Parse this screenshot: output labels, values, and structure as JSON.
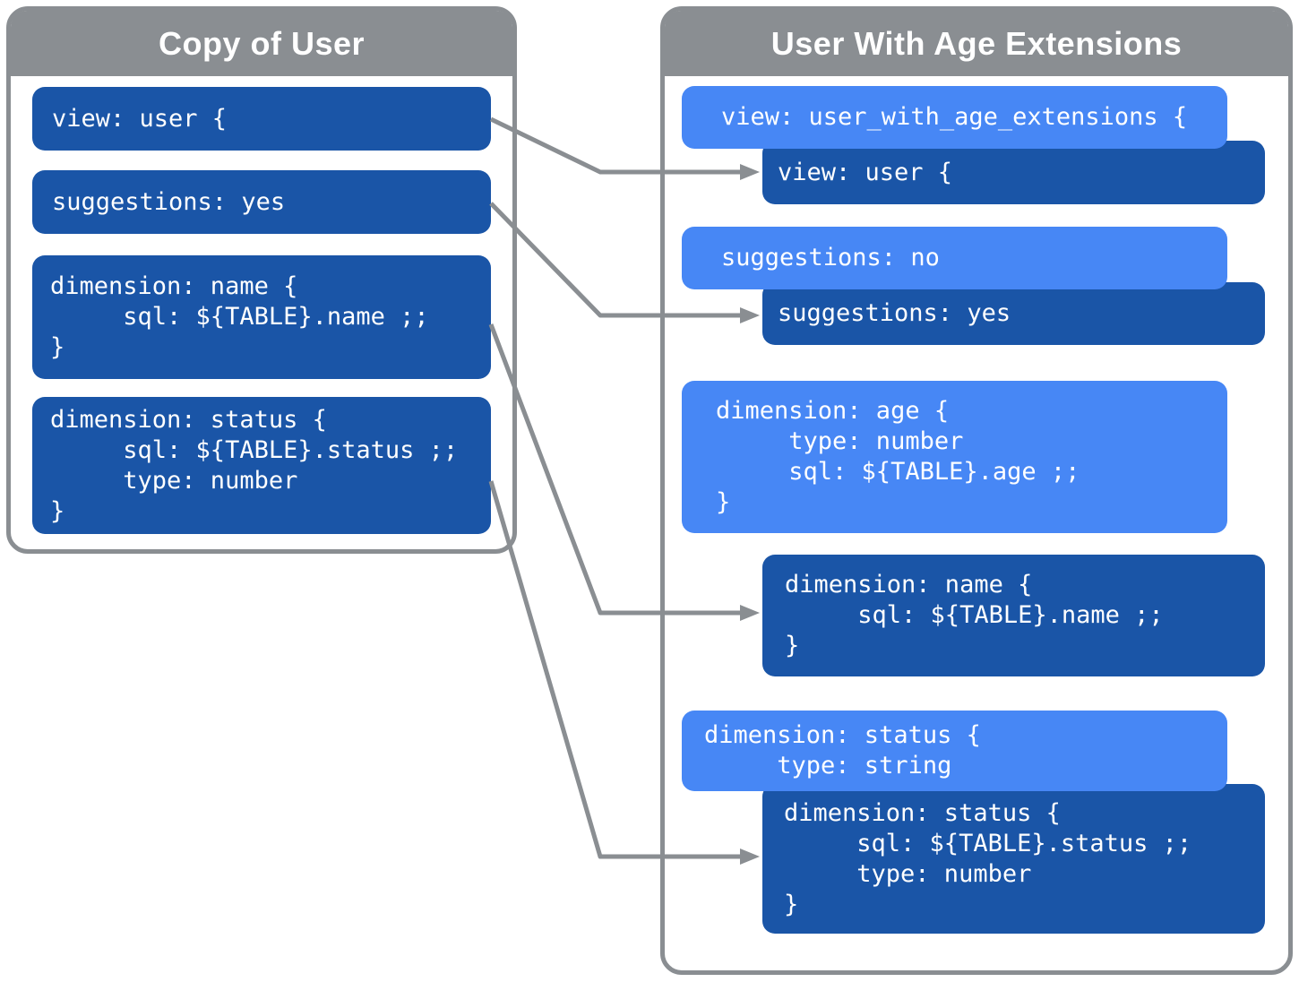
{
  "palette": {
    "dark_blue": "#1a55a7",
    "light_blue": "#4787f5",
    "gray": "#8a8e92",
    "code_text": "#ffffff"
  },
  "left_panel": {
    "title": "Copy of User",
    "blocks": [
      {
        "id": "l1",
        "variant": "dark",
        "code": "view: user {"
      },
      {
        "id": "l2",
        "variant": "dark",
        "code": "suggestions: yes"
      },
      {
        "id": "l3",
        "variant": "dark",
        "code": "dimension: name {\n     sql: ${TABLE}.name ;;\n}"
      },
      {
        "id": "l4",
        "variant": "dark",
        "code": "dimension: status {\n     sql: ${TABLE}.status ;;\n     type: number\n}"
      }
    ]
  },
  "right_panel": {
    "title": "User With Age Extensions",
    "blocks": [
      {
        "id": "r1-old",
        "variant": "dark",
        "code": "view: user {"
      },
      {
        "id": "r1-new",
        "variant": "light",
        "code": "view: user_with_age_extensions {"
      },
      {
        "id": "r2-old",
        "variant": "dark",
        "code": "suggestions: yes"
      },
      {
        "id": "r2-new",
        "variant": "light",
        "code": "suggestions: no"
      },
      {
        "id": "r3-new",
        "variant": "light",
        "code": "dimension: age {\n     type: number\n     sql: ${TABLE}.age ;;\n}"
      },
      {
        "id": "r4-old",
        "variant": "dark",
        "code": "dimension: name {\n     sql: ${TABLE}.name ;;\n}"
      },
      {
        "id": "r5-new",
        "variant": "light",
        "code": "dimension: status {\n     type: string"
      },
      {
        "id": "r5-old",
        "variant": "dark",
        "code": "dimension: status {\n     sql: ${TABLE}.status ;;\n     type: number\n}"
      }
    ]
  }
}
